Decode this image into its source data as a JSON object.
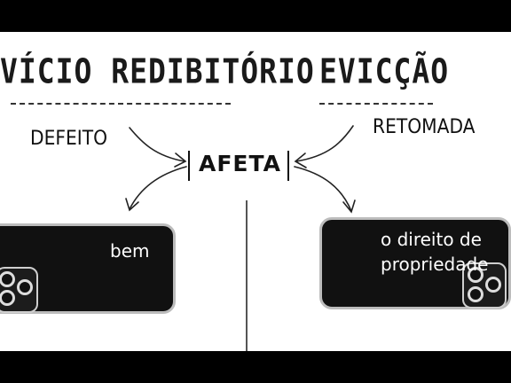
{
  "left": {
    "title": "VÍCIO REDIBITÓRIO",
    "word": "DEFEITO",
    "phone_text": "bem"
  },
  "right": {
    "title": "EVICÇÃO",
    "word": "RETOMADA",
    "phone_text_line1": "o direito de",
    "phone_text_line2": "propriedade"
  },
  "center": {
    "label": "AFETA"
  },
  "colors": {
    "ink": "#111111",
    "phone": "#111111",
    "phone_border": "#bcbcbc"
  },
  "icons": [
    "curved-arrow-icon",
    "camera-module-icon"
  ]
}
